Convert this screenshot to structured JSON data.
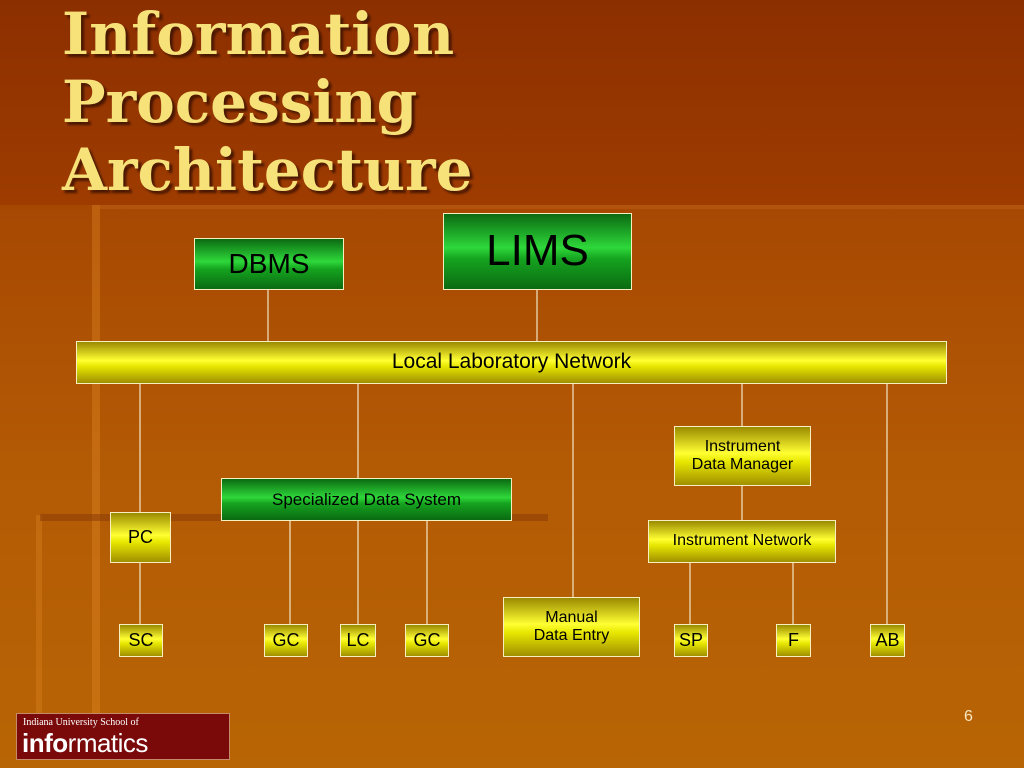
{
  "slide": {
    "title_lines": [
      "Information",
      "Processing",
      "Architecture"
    ],
    "page_number": "6"
  },
  "diagram": {
    "lims": "LIMS",
    "dbms": "DBMS",
    "network": "Local Laboratory Network",
    "specialized": "Specialized Data System",
    "pc": "PC",
    "idm_line1": "Instrument",
    "idm_line2": "Data Manager",
    "instrument_network": "Instrument Network",
    "manual_line1": "Manual",
    "manual_line2": "Data Entry",
    "leaf_sc": "SC",
    "leaf_gc1": "GC",
    "leaf_lc": "LC",
    "leaf_gc2": "GC",
    "leaf_sp": "SP",
    "leaf_f": "F",
    "leaf_ab": "AB"
  },
  "logo": {
    "line1": "Indiana University School of",
    "bold_part": "info",
    "rest_part": "rmatics"
  },
  "colors": {
    "title": "#f7e27a",
    "green_box": "#22c02e",
    "yellow_box": "#ffff33",
    "connector": "#f3e7c6"
  }
}
